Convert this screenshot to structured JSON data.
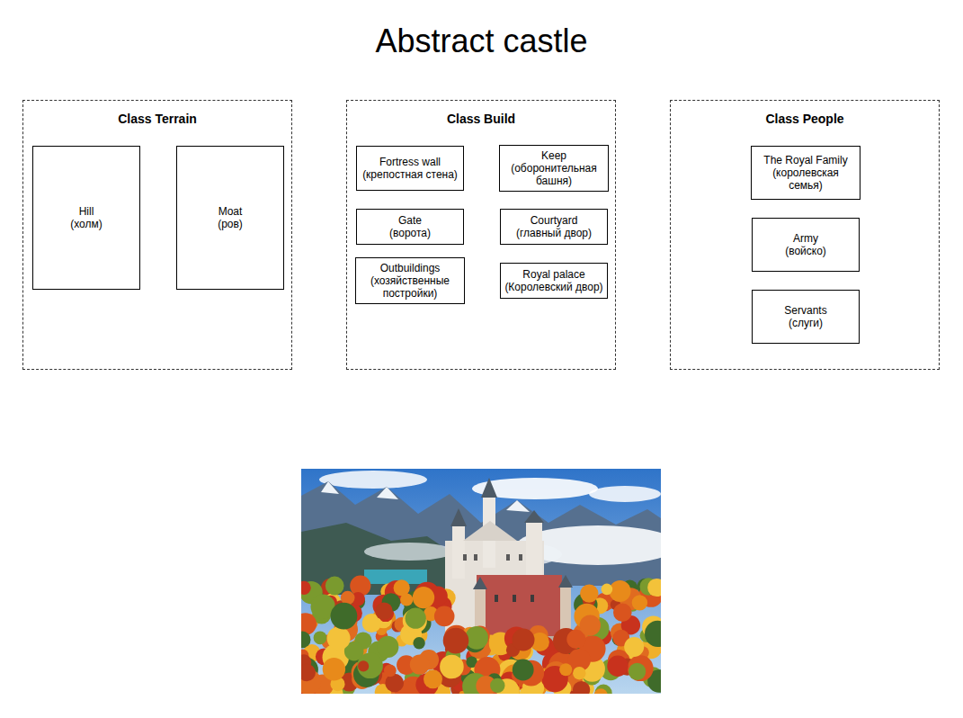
{
  "diagram": {
    "title": "Abstract castle",
    "nodes": [
      {
        "text": [
          "Class Terrain"
        ]
      },
      {
        "text": [
          "Hill",
          "(холм)"
        ],
        "in": 0
      },
      {
        "text": [
          "Moat",
          "(ров)"
        ],
        "in": 0
      },
      {
        "text": [
          "Class Build"
        ]
      },
      {
        "text": [
          "Fortress wall",
          "(крепостная стена)"
        ],
        "in": 3
      },
      {
        "text": [
          "Keep",
          "(оборонительная башня)"
        ],
        "in": 3
      },
      {
        "text": [
          "Gate",
          "(ворота)"
        ],
        "in": 3
      },
      {
        "text": [
          "Courtyard",
          "(главный двор)"
        ],
        "in": 3
      },
      {
        "text": [
          "Outbuildings",
          "(хозяйственные постройки)"
        ],
        "in": 3
      },
      {
        "text": [
          "Royal palace",
          "(Королевский двор)"
        ],
        "in": 3
      },
      {
        "text": [
          "Class People"
        ]
      },
      {
        "text": [
          "The Royal Family",
          "(королевская семья)"
        ],
        "in": 10
      },
      {
        "text": [
          "Army",
          "(войско)"
        ],
        "in": 10
      },
      {
        "text": [
          "Servants",
          "(слуги)"
        ],
        "in": 10
      }
    ]
  }
}
